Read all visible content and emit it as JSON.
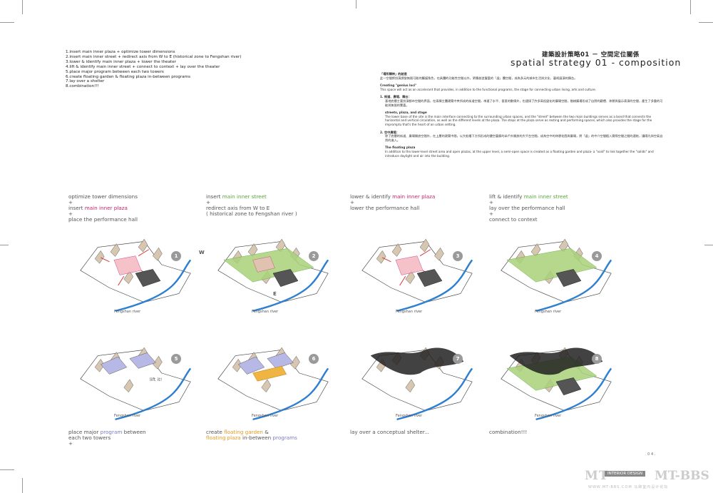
{
  "steps": [
    "1.insert main inner plaza + optimize tower dimensions",
    "2.insert main inner street + redirect axis from W to E (historical zone to Fengshan river)",
    "3.lower & identify main inner plaza + lower the theater",
    "4.lift & identify main inner street + connect to context + lay over the theater",
    "5.place major program between each two towers",
    "6.create floating garden & floating plaza in-between programs",
    "7.lay over a shelter",
    "8.combination!!!"
  ],
  "title_cn": "建築設計策略01 － 空間定位關係",
  "title_en": "spatial strategy 01 - composition",
  "description": {
    "genius_loci_cn_head": "「場所精神」的創造",
    "genius_loci_cn": "此一空間將扮演誘發無限可能的觸媒角色，在具體的功能性空間以外，更應創造豐富的「虛」體空間，成為多元的城市生活與文化、藝術展演的舞台。",
    "genius_loci_en_head": "Creating \"genius loci\"",
    "genius_loci_en": "This space will act as an accelerant that provides, in addition to the functional programs, the stage for connecting urban living, arts and culture.",
    "s1_cn_head": "1. 街道、廣場、舞台：",
    "s1_cn": "基地底層主要扮演都市空間的界面，在兩棟主體建築中央所成的街道空間，串連了水平、垂直的動線外，也連接了許多高低變化的廣場空間，階梯廣場形成了自然的觀禮、休憩與展示表演的空間，產生了多重的可能與無限的驚喜。",
    "s1_en_head": "streets, plaza, and stage",
    "s1_en": "The lower base of the site is the main interface connecting to the surrounding urban spaces, and the \"street\" between the two main buildings serves as a bond that connects the horizontal and vertical circulation, as well as the different levels at the plaza. The steps at the plaza serve as resting and performing spaces, which also provides the stage for the impromptu that's the heart of an urban setting.",
    "s2_cn_head": "2. 空中廣場：",
    "s2_cn": "除了底層的街道、廣場開放空間外，在上層的建築中間，以大船檣下方所形成的鏤空藝廊的半戶外開放的大平台空間，成為空中的休憩花園與廣場，將「虛」的中介空間植入實際空間之間的連結，讓陽光與空氣自然的進入。",
    "s2_en_head": "The floating plaza",
    "s2_en": "In addition to the lower-level street area and open plazas, at the upper level, a semi-open space is created as a floating garden and plaza- a \"void\" to link together the \"solids\" and introduce daylight and air into the building."
  },
  "panels": [
    {
      "num": "1",
      "river": "Fengshan river",
      "caption": [
        [
          {
            "t": "optimize tower dimensions",
            "c": ""
          }
        ],
        [
          {
            "t": "+",
            "c": ""
          }
        ],
        [
          {
            "t": "insert ",
            "c": ""
          },
          {
            "t": "main inner plaza",
            "c": "magenta"
          }
        ],
        [
          {
            "t": "+",
            "c": ""
          }
        ],
        [
          {
            "t": "place the performance hall",
            "c": ""
          }
        ]
      ]
    },
    {
      "num": "2",
      "river": "Fengshan river",
      "w": "W",
      "e": "E",
      "caption": [
        [
          {
            "t": "insert ",
            "c": ""
          },
          {
            "t": "main inner street",
            "c": "green"
          }
        ],
        [
          {
            "t": "+",
            "c": ""
          }
        ],
        [
          {
            "t": "redirect axis from W to E",
            "c": ""
          }
        ],
        [
          {
            "t": "( historical zone to Fengshan river )",
            "c": ""
          }
        ]
      ]
    },
    {
      "num": "3",
      "river": "Fengshan river",
      "caption": [
        [
          {
            "t": "lower & identify ",
            "c": ""
          },
          {
            "t": "main inner plaza",
            "c": "magenta"
          }
        ],
        [
          {
            "t": "+",
            "c": ""
          }
        ],
        [
          {
            "t": "lower the performance hall",
            "c": ""
          }
        ]
      ]
    },
    {
      "num": "4",
      "river": "Fengshan river",
      "caption": [
        [
          {
            "t": "lift & identify ",
            "c": ""
          },
          {
            "t": "main inner street",
            "c": "green"
          }
        ],
        [
          {
            "t": "+",
            "c": ""
          }
        ],
        [
          {
            "t": "lay over the performance hall",
            "c": ""
          }
        ],
        [
          {
            "t": "+",
            "c": ""
          }
        ],
        [
          {
            "t": "connect to context",
            "c": ""
          }
        ]
      ]
    },
    {
      "num": "5",
      "river": "Fengshan river",
      "lift": "lift it!",
      "caption": [
        [
          {
            "t": "place major ",
            "c": ""
          },
          {
            "t": "program",
            "c": "purple"
          },
          {
            "t": " between",
            "c": ""
          }
        ],
        [
          {
            "t": "each two towers",
            "c": ""
          }
        ],
        [
          {
            "t": "+",
            "c": ""
          }
        ]
      ]
    },
    {
      "num": "6",
      "river": "Fengshan river",
      "caption": [
        [
          {
            "t": "create ",
            "c": ""
          },
          {
            "t": "floating garden",
            "c": "orange"
          },
          {
            "t": " &",
            "c": ""
          }
        ],
        [
          {
            "t": "floating plaza",
            "c": "orange"
          },
          {
            "t": " in-between ",
            "c": ""
          },
          {
            "t": "programs",
            "c": "purple"
          }
        ]
      ]
    },
    {
      "num": "7",
      "river": "Fengshan river",
      "caption": [
        [
          {
            "t": "lay over a conceptual shelter...",
            "c": ""
          }
        ]
      ]
    },
    {
      "num": "8",
      "river": "Fengshan river",
      "caption": [
        [
          {
            "t": "combination!!!",
            "c": ""
          }
        ]
      ]
    }
  ],
  "page_number": ". 0 4 .",
  "watermark": {
    "left": "MT",
    "bar": "INTERIOR DESIGN",
    "right": "MT-BBS",
    "url": "WWW.MT-BBS.COM  马蹄室内设计论坛"
  },
  "colors": {
    "plaza": "#f4b8c0",
    "street": "#a9d27a",
    "program": "#b8b8e6",
    "garden": "#f0b442",
    "tower": "#d8c7b0",
    "theater": "#555555",
    "river": "#2f7fd0",
    "arrow": "#d33a3a"
  }
}
